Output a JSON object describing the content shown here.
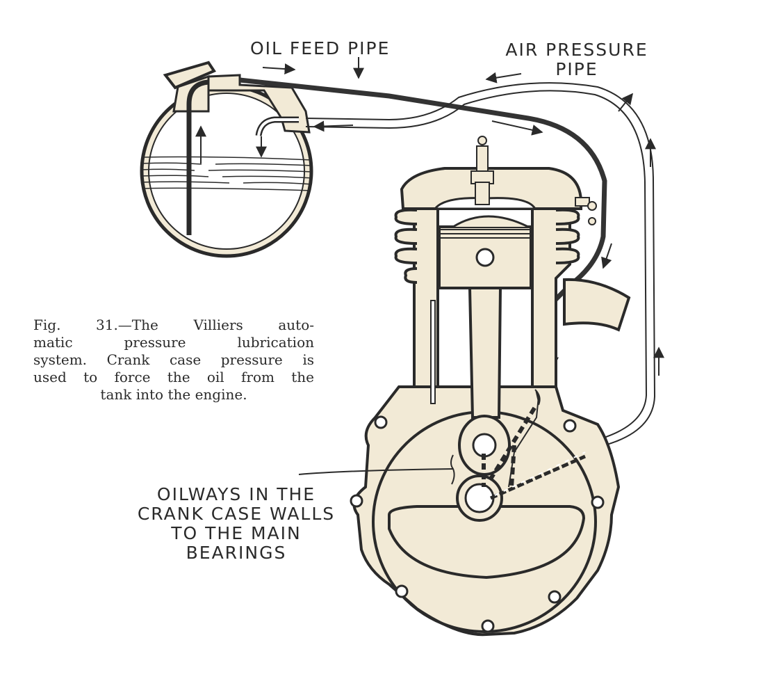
{
  "labels": {
    "oil_feed_pipe": "OIL FEED PIPE",
    "air_pressure_line1": "AIR PRESSURE",
    "air_pressure_line2": "PIPE",
    "oilways_line1": "OILWAYS IN THE",
    "oilways_line2": "CRANK CASE WALLS",
    "oilways_line3": "TO THE MAIN",
    "oilways_line4": "BEARINGS"
  },
  "caption": {
    "line1": "Fig. 31.—The Villiers auto-",
    "line2": "matic pressure lubrication",
    "line3": "system. Crank case pressure is",
    "line4": "used to force the oil from the",
    "line5": "tank into the engine."
  },
  "colors": {
    "fill": "#f2ead6",
    "ink": "#2a2a2a",
    "pipe": "#333333",
    "background": "#ffffff"
  }
}
